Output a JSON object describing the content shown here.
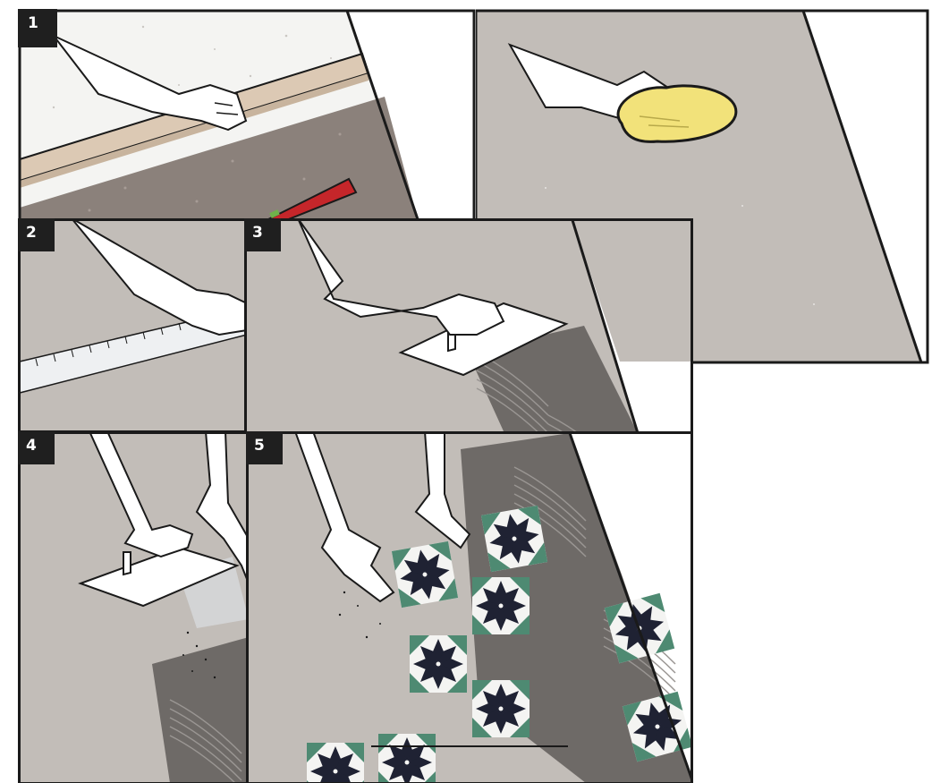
{
  "steps": [
    {
      "number": "1",
      "action": "level-check"
    },
    {
      "number": "",
      "action": "wipe-clean"
    },
    {
      "number": "2",
      "action": "measure-and-mark"
    },
    {
      "number": "3",
      "action": "spread-adhesive"
    },
    {
      "number": "4",
      "action": "comb-adhesive"
    },
    {
      "number": "5",
      "action": "place-tiles"
    }
  ],
  "colors": {
    "floor": "#c2bdb8",
    "rough_screed": "#8b817b",
    "adhesive": "#6e6a67",
    "tile_green": "#4e8a72",
    "tile_dark": "#1f2233",
    "cloth": "#f2e27a",
    "level_red": "#c5262a",
    "plank": "#dcc9b4",
    "badge": "#1f1f1f",
    "border": "#1a1a1a"
  },
  "icons": [
    "hand-icon",
    "spirit-level-icon",
    "cloth-icon",
    "ruler-icon",
    "trowel-icon",
    "tile-icon"
  ]
}
